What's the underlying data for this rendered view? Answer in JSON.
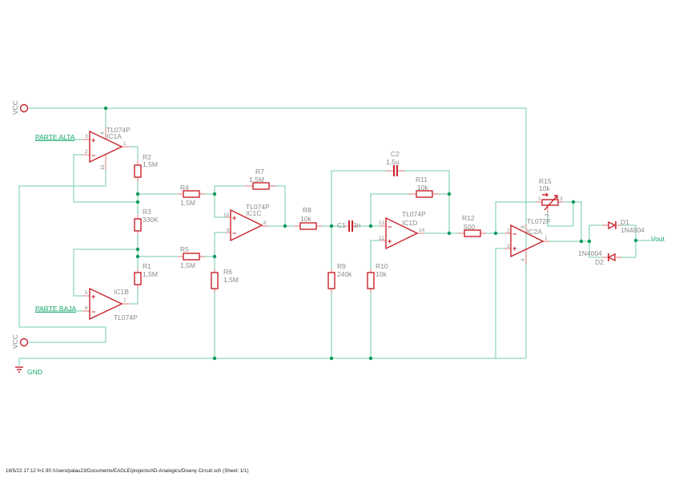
{
  "schematic": {
    "supplies": {
      "vcc_top": "VCC",
      "vcc_bottom": "VCC",
      "gnd": "GND"
    },
    "net_labels": {
      "parte_alta": "PARTE ALTA",
      "parte_baja": "PARTE BAJA",
      "vout": "Vout"
    },
    "opamps": {
      "ic1a": {
        "name": "IC1A",
        "value": "TL074P",
        "pins": {
          "plus": "3",
          "minus": "2",
          "out": "1",
          "vpos": "4",
          "vneg": "11"
        }
      },
      "ic1b": {
        "name": "IC1B",
        "value": "TL074P",
        "pins": {
          "plus": "5",
          "minus": "6",
          "out": "7"
        }
      },
      "ic1c": {
        "name": "IC1C",
        "value": "TL074P",
        "pins": {
          "plus": "10",
          "minus": "9",
          "out": "8"
        }
      },
      "ic1d": {
        "name": "IC1D",
        "value": "TL074P",
        "pins": {
          "plus": "12",
          "minus": "13",
          "out": "14"
        }
      },
      "ic2a": {
        "name": "IC2A",
        "value": "TL072P",
        "pins": {
          "plus": "3",
          "minus": "2",
          "out": "1",
          "vpos": "8",
          "vneg": "4"
        }
      }
    },
    "resistors": {
      "r1": {
        "name": "R1",
        "value": "1,5M"
      },
      "r2": {
        "name": "R2",
        "value": "1,5M"
      },
      "r3": {
        "name": "R3",
        "value": "330K"
      },
      "r4": {
        "name": "R4",
        "value": "1,5M"
      },
      "r5": {
        "name": "R5",
        "value": "1,5M"
      },
      "r6": {
        "name": "R6",
        "value": "1,5M"
      },
      "r7": {
        "name": "R7",
        "value": "1,5M"
      },
      "r8": {
        "name": "R8",
        "value": "10k"
      },
      "r9": {
        "name": "R9",
        "value": "240k"
      },
      "r10": {
        "name": "R10",
        "value": "10k"
      },
      "r11": {
        "name": "R11",
        "value": "10k"
      },
      "r12": {
        "name": "R12",
        "value": "500"
      },
      "r15": {
        "name": "R15",
        "value": "10k",
        "pins": {
          "a": "1",
          "wiper": "2",
          "b": "3"
        }
      }
    },
    "capacitors": {
      "c1": {
        "name": "C1",
        "value": "3n"
      },
      "c2": {
        "name": "C2",
        "value": "1,5u"
      }
    },
    "diodes": {
      "d1": {
        "name": "D1",
        "value": "1N4004"
      },
      "d2": {
        "name": "D2",
        "value": "1N4004"
      }
    }
  },
  "footer": {
    "text": "18/5/22 17:12  f=1.90  /Users/palau23/Documents/EAGLE/projects/AD-Analogics/Diseny Circuit.sch (Sheet: 1/1)"
  },
  "colors": {
    "wire": "#8fd7bd",
    "part": "#c8232c",
    "junction": "#0e9a5c",
    "net_label": "#13a86a"
  }
}
